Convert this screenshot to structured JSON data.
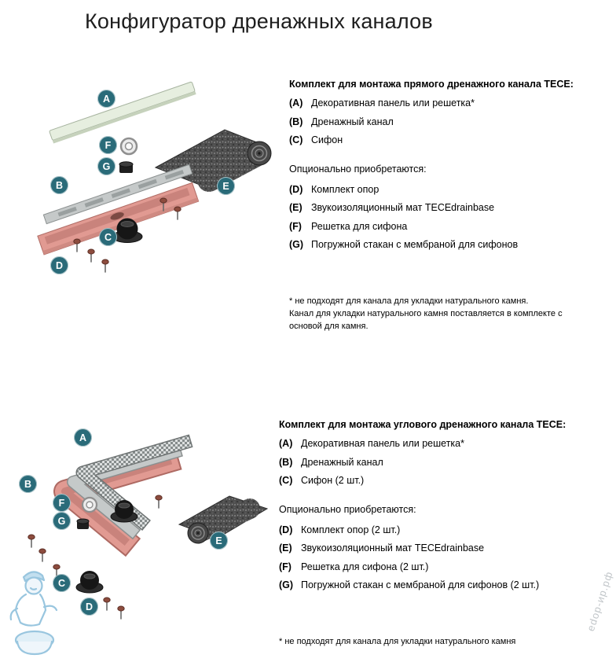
{
  "page": {
    "title": "Конфигуратор дренажных каналов"
  },
  "marker_letters": {
    "A": "A",
    "B": "B",
    "C": "C",
    "D": "D",
    "E": "E",
    "F": "F",
    "G": "G"
  },
  "sections": [
    {
      "heading": "Комплект для монтажа прямого дренажного канала TECE:",
      "kit_items": [
        {
          "letter": "(A)",
          "text": "Декоративная панель или решетка*"
        },
        {
          "letter": "(B)",
          "text": "Дренажный канал"
        },
        {
          "letter": "(C)",
          "text": "Сифон"
        }
      ],
      "optional_heading": "Опционально приобретаются:",
      "optional_items": [
        {
          "letter": "(D)",
          "text": "Комплект опор"
        },
        {
          "letter": "(E)",
          "text": "Звукоизоляционный мат TECEdrainbase"
        },
        {
          "letter": "(F)",
          "text": "Решетка для сифона"
        },
        {
          "letter": "(G)",
          "text": "Погружной стакан с мембраной для сифонов"
        }
      ],
      "footnote": "* не подходят для канала для укладки натурального камня.\nКанал для укладки натурального камня поставляется в комплекте с\nосновой для камня."
    },
    {
      "heading": "Комплект для монтажа углового дренажного канала TECE:",
      "kit_items": [
        {
          "letter": "(A)",
          "text": "Декоративная панель или решетка*"
        },
        {
          "letter": "(B)",
          "text": "Дренажный канал"
        },
        {
          "letter": "(C)",
          "text": "Сифон (2 шт.)"
        }
      ],
      "optional_heading": "Опционально приобретаются:",
      "optional_items": [
        {
          "letter": "(D)",
          "text": "Комплект опор (2 шт.)"
        },
        {
          "letter": "(E)",
          "text": "Звукоизоляционный мат TECEdrainbase"
        },
        {
          "letter": "(F)",
          "text": "Решетка для сифона (2 шт.)"
        },
        {
          "letter": "(G)",
          "text": "Погружной стакан с мембраной для сифонов (2 шт.)"
        }
      ],
      "footnote": "* не подходят для канала для укладки натурального камня"
    }
  ],
  "watermark": "edop-ир.рф",
  "colors": {
    "marker_teal": "#2a6b79",
    "channel_pink": "#e19a92",
    "panel_green": "#e6eedf",
    "mat_gray": "#4e4e4e",
    "watermark_gray": "#a8aeb3"
  }
}
